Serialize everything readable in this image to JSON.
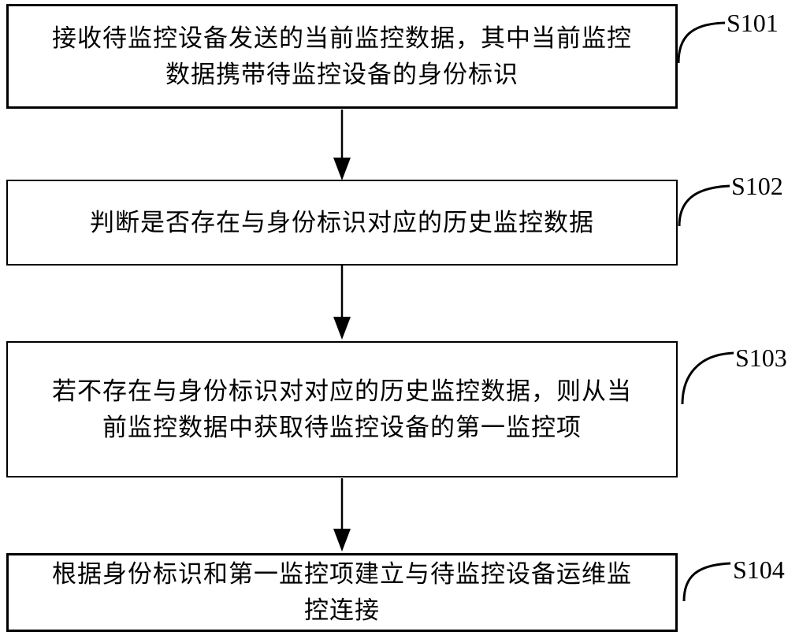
{
  "diagram": {
    "type": "flowchart",
    "colors": {
      "line": "#000000",
      "text": "#000000",
      "background": "#ffffff"
    },
    "steps": [
      {
        "label": "S101",
        "text": "接收待监控设备发送的当前监控数据，其中当前监控数据携带待监控设备的身份标识",
        "lines": [
          "接收待监控设备发送的当前监控数据，其中当前监控",
          "数据携带待监控设备的身份标识"
        ]
      },
      {
        "label": "S102",
        "text": "判断是否存在与身份标识对应的历史监控数据",
        "lines": [
          "判断是否存在与身份标识对应的历史监控数据",
          ""
        ]
      },
      {
        "label": "S103",
        "text": "若不存在与身份标识对对应的历史监控数据，则从当前监控数据中获取待监控设备的第一监控项",
        "lines": [
          "若不存在与身份标识对对应的历史监控数据，则从当",
          "前监控数据中获取待监控设备的第一监控项"
        ]
      },
      {
        "label": "S104",
        "text": "根据身份标识和第一监控项建立与待监控设备运维监控连接",
        "lines": [
          "根据身份标识和第一监控项建立与待监控设备运维监",
          "控连接"
        ]
      }
    ]
  }
}
